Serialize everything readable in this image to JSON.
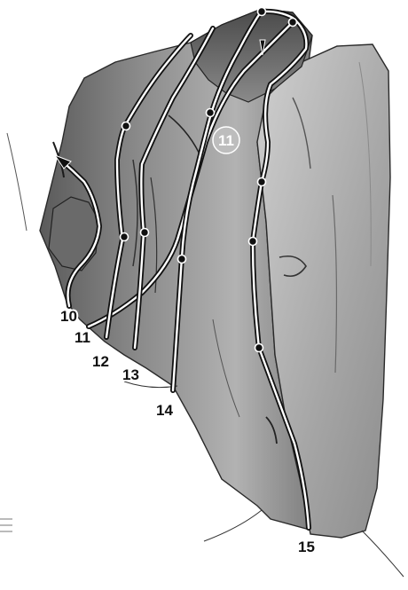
{
  "colors": {
    "route_line": "#ffffff",
    "route_outline": "#111111",
    "badge_fill": "#bdbdbd",
    "label_text": "#111111"
  },
  "routes": [
    {
      "id": "r10",
      "number": "10"
    },
    {
      "id": "r11",
      "number": "11"
    },
    {
      "id": "r12",
      "number": "12"
    },
    {
      "id": "r13",
      "number": "13"
    },
    {
      "id": "r14",
      "number": "14"
    },
    {
      "id": "r15",
      "number": "15"
    }
  ],
  "badge": {
    "number": "11"
  }
}
